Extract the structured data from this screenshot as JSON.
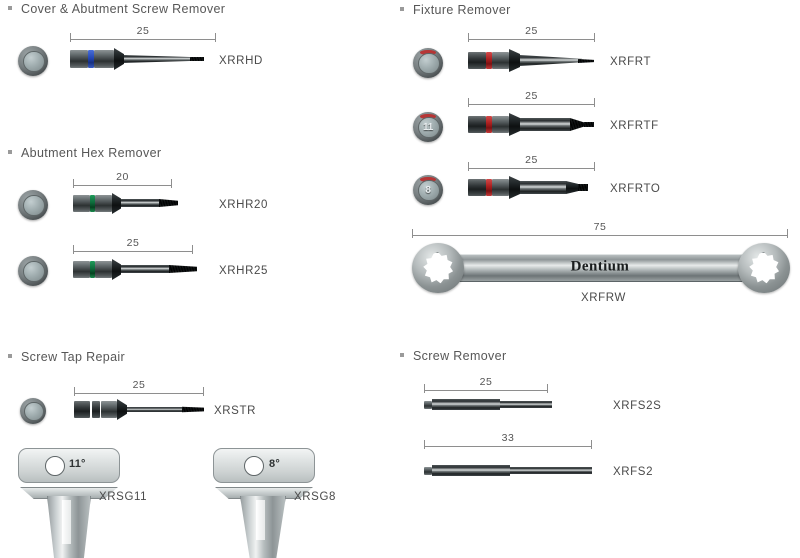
{
  "page": {
    "brand": "Dentium",
    "degree_unit": "°"
  },
  "sections": [
    {
      "id": "cover-abutment-screw-remover",
      "title": "Cover & Abutment Screw Remover",
      "items": [
        {
          "code": "XRRHD",
          "dimension": "25",
          "band_color": "#2346b4",
          "endview_number": ""
        }
      ]
    },
    {
      "id": "abutment-hex-remover",
      "title": "Abutment Hex Remover",
      "items": [
        {
          "code": "XRHR20",
          "dimension": "20",
          "band_color": "#0d6b3b",
          "endview_number": ""
        },
        {
          "code": "XRHR25",
          "dimension": "25",
          "band_color": "#0d6b3b",
          "endview_number": ""
        }
      ]
    },
    {
      "id": "screw-tap-repair",
      "title": "Screw Tap Repair",
      "items": [
        {
          "code": "XRSTR",
          "dimension": "25",
          "band_color": "#2e3335",
          "endview_number": ""
        }
      ],
      "guides": [
        {
          "code": "XRSG11",
          "angle": "11"
        },
        {
          "code": "XRSG8",
          "angle": "8"
        }
      ]
    },
    {
      "id": "fixture-remover",
      "title": "Fixture Remover",
      "items": [
        {
          "code": "XRFRT",
          "dimension": "25",
          "band_color": "#ad1f1f",
          "endview_number": ""
        },
        {
          "code": "XRFRTF",
          "dimension": "25",
          "band_color": "#ad1f1f",
          "endview_number": "11"
        },
        {
          "code": "XRFRTO",
          "dimension": "25",
          "band_color": "#ad1f1f",
          "endview_number": "8"
        }
      ],
      "wrench": {
        "code": "XRFRW",
        "dimension": "75",
        "brand": "Dentium"
      }
    },
    {
      "id": "screw-remover",
      "title": "Screw Remover",
      "items": [
        {
          "code": "XRFS2S",
          "dimension": "25"
        },
        {
          "code": "XRFS2",
          "dimension": "33"
        }
      ]
    }
  ]
}
